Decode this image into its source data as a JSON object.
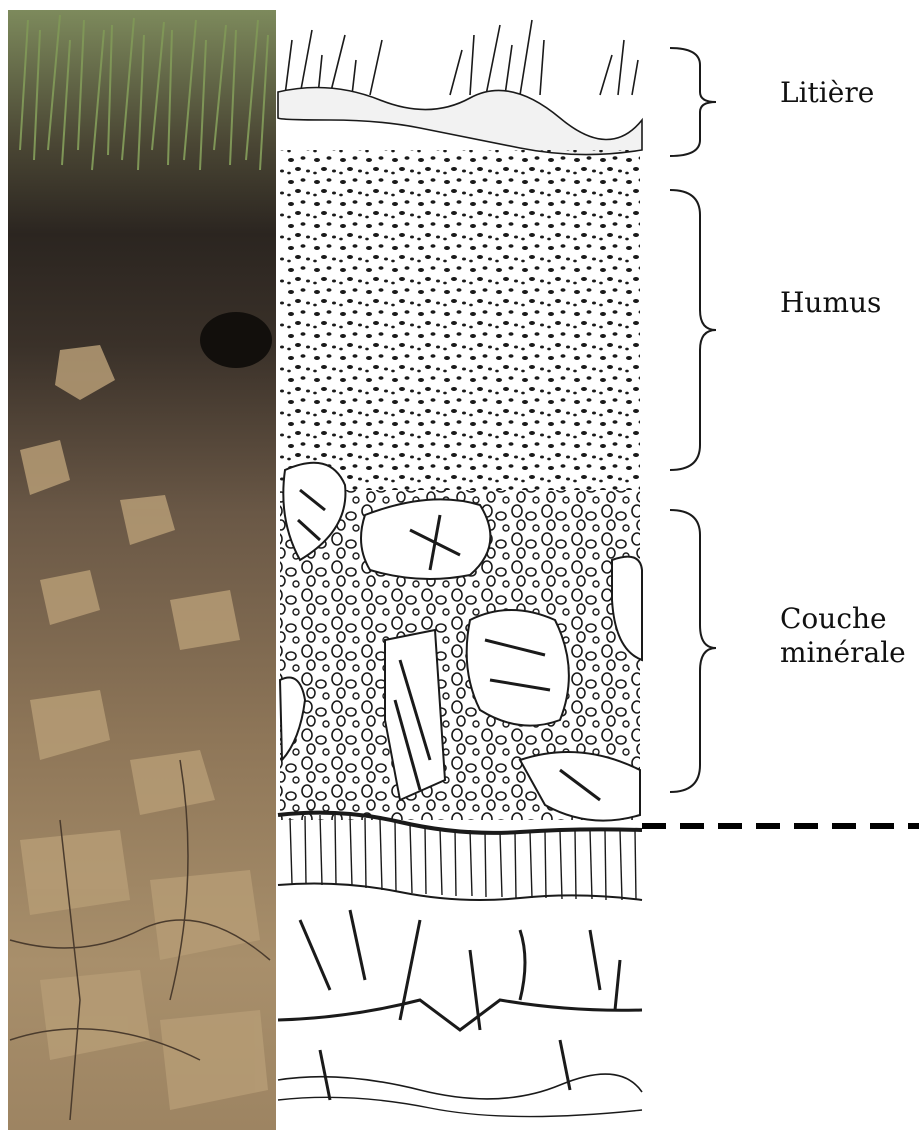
{
  "labels": {
    "litiere": "Litière",
    "humus": "Humus",
    "couche_line1": "Couche",
    "couche_line2": "minérale"
  },
  "colors": {
    "soil_dark": "#2b2520",
    "soil_mid": "#5a4a3c",
    "soil_light": "#9b8364",
    "rock": "#bba27c",
    "grass": "#6c7f4a",
    "ink": "#1a1a1a",
    "paper": "#ffffff",
    "dashed_line": "#000000"
  },
  "icons": {
    "brace": "right-curly-brace"
  }
}
